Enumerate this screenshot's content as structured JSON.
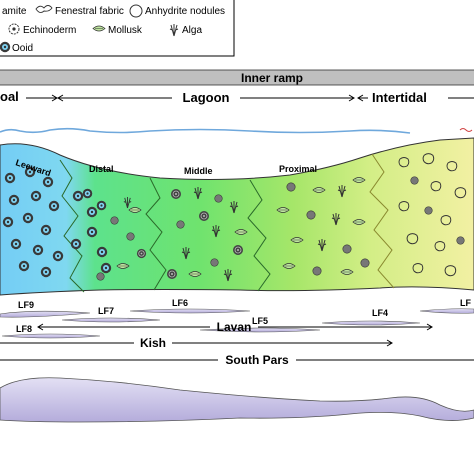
{
  "legend": {
    "dolomite_partial": "amite",
    "fenestral": "Fenestral fabric",
    "anhydrite": "Anhydrite nodules",
    "echinoderm": "Echinoderm",
    "mollusk": "Mollusk",
    "alga": "Alga",
    "ooid": "Ooid"
  },
  "header": {
    "inner_ramp": "Inner ramp",
    "shoal_partial": "oal",
    "lagoon": "Lagoon",
    "intertidal": "Intertidal"
  },
  "zones": {
    "leeward": "Leeward",
    "distal": "Distal",
    "middle": "Middle",
    "proximal": "Proximal"
  },
  "facies": {
    "lf9": "LF9",
    "lf8": "LF8",
    "lf7": "LF7",
    "lf6": "LF6",
    "lf5": "LF5",
    "lf4": "LF4",
    "lf_partial": "LF"
  },
  "fields": {
    "lavan": "Lavan",
    "kish": "Kish",
    "south_pars": "South Pars"
  },
  "colors": {
    "shoal": "#7fd3f3",
    "lagoon_distal": "#6fe37a",
    "lagoon_middle": "#8fe25a",
    "lagoon_proximal": "#c6ec72",
    "intertidal": "#f0ef9c",
    "lens": "#c9c3e6",
    "banner": "#bfbfbf",
    "water": "#6fa8dc"
  }
}
